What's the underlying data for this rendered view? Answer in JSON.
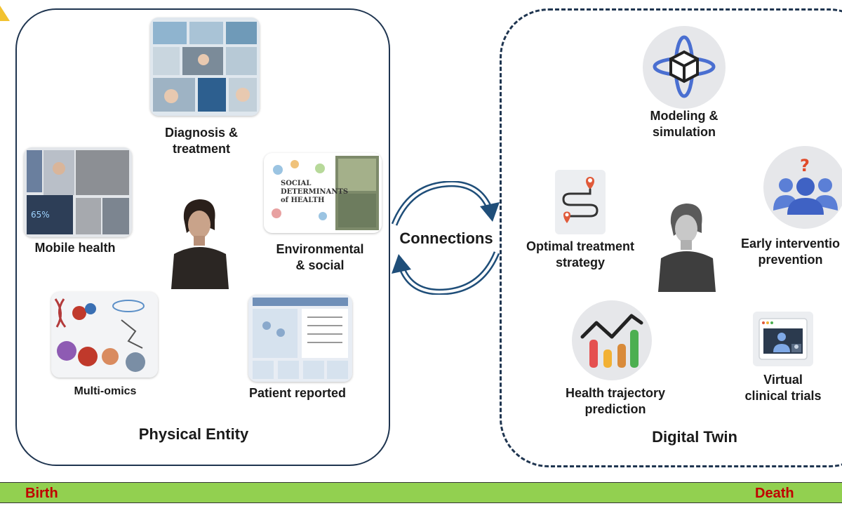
{
  "physical": {
    "title": "Physical Entity",
    "items": {
      "diagnosis": "Diagnosis &\ntreatment",
      "mobile": "Mobile health",
      "environmental": "Environmental\n& social",
      "omics": "Multi-omics",
      "patient": "Patient reported"
    },
    "env_image_text": "SOCIAL DETERMINANTS of HEALTH"
  },
  "connections": {
    "label": "Connections"
  },
  "twin": {
    "title": "Digital Twin",
    "items": {
      "modeling": "Modeling &\nsimulation",
      "optimal": "Optimal treatment\nstrategy",
      "early": "Early interventio\nprevention",
      "trajectory": "Health trajectory\nprediction",
      "trials": "Virtual\nclinical trials"
    }
  },
  "timeline": {
    "start": "Birth",
    "end": "Death"
  },
  "icons": {
    "modeling": "cube-orbit-icon",
    "optimal": "route-path-icon",
    "early": "group-question-icon",
    "trajectory": "trend-chart-icon",
    "trials": "video-call-icon"
  },
  "colors": {
    "frame": "#1f3550",
    "timeline": "#92d050",
    "timeline_text": "#c00000",
    "arrow": "#2e75b6"
  }
}
